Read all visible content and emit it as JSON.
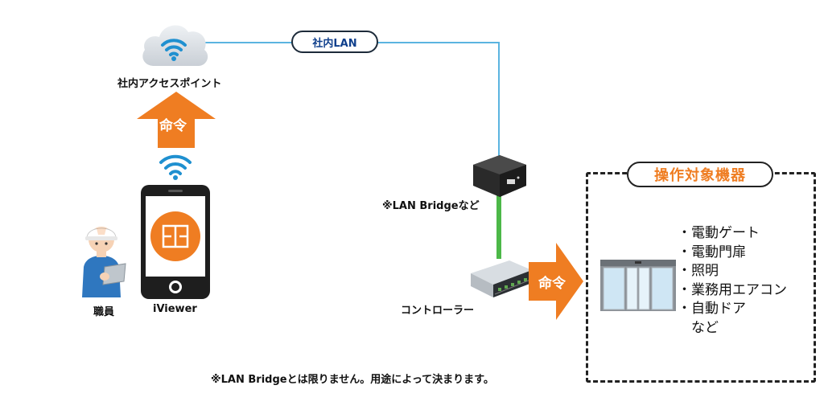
{
  "network": {
    "lan_label": "社内LAN",
    "access_point_label": "社内アクセスポイント",
    "bridge_label": "※LAN Bridgeなど",
    "controller_label": "コントローラー"
  },
  "user": {
    "staff_label": "職員",
    "app_label": "iViewer"
  },
  "commands": {
    "up_arrow_label": "命令",
    "right_arrow_label": "命令"
  },
  "targets": {
    "title": "操作対象機器",
    "items": [
      "・電動ゲート",
      "・電動門扉",
      "・照明",
      "・業務用エアコン",
      "・自動ドア",
      "　など"
    ]
  },
  "footnote": "※LAN Bridgeとは限りません。用途によって決まります。",
  "colors": {
    "accent_orange": "#ef7d22",
    "lan_line": "#5bb4e0",
    "bridge_link": "#4cb848",
    "wifi_blue": "#1f90d0"
  }
}
